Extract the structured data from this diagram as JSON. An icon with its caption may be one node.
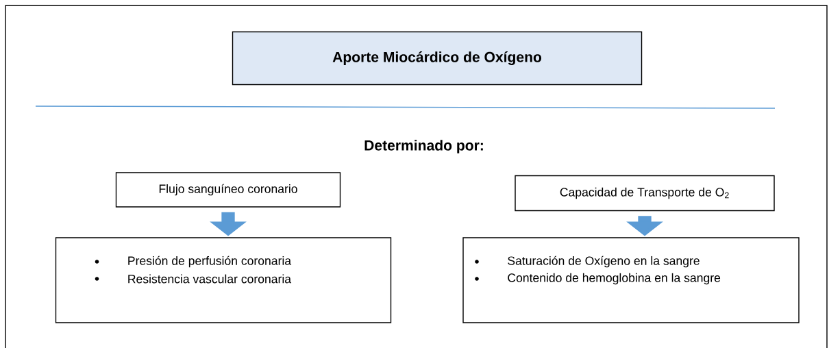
{
  "diagram": {
    "nodes": [
      {
        "text": [
          "Aporte Miocárdico de Oxígeno"
        ]
      },
      {
        "text": [
          "Flujo sanguíneo coronario"
        ]
      },
      {
        "text": [
          "Presión de perfusión coronaria",
          "Resistencia vascular coronaria"
        ]
      },
      {
        "text": [
          "Capacidad de Transporte de O$_{2}$"
        ]
      },
      {
        "text": [
          "Saturación de Oxígeno en la sangre",
          "Contenido de hemoglobina en la sangre"
        ]
      }
    ],
    "edges": [
      {
        "from": 1,
        "to": 2,
        "arrow": "to"
      },
      {
        "from": 3,
        "to": 4,
        "arrow": "to"
      }
    ],
    "labels": [
      "Determinado por:"
    ]
  }
}
